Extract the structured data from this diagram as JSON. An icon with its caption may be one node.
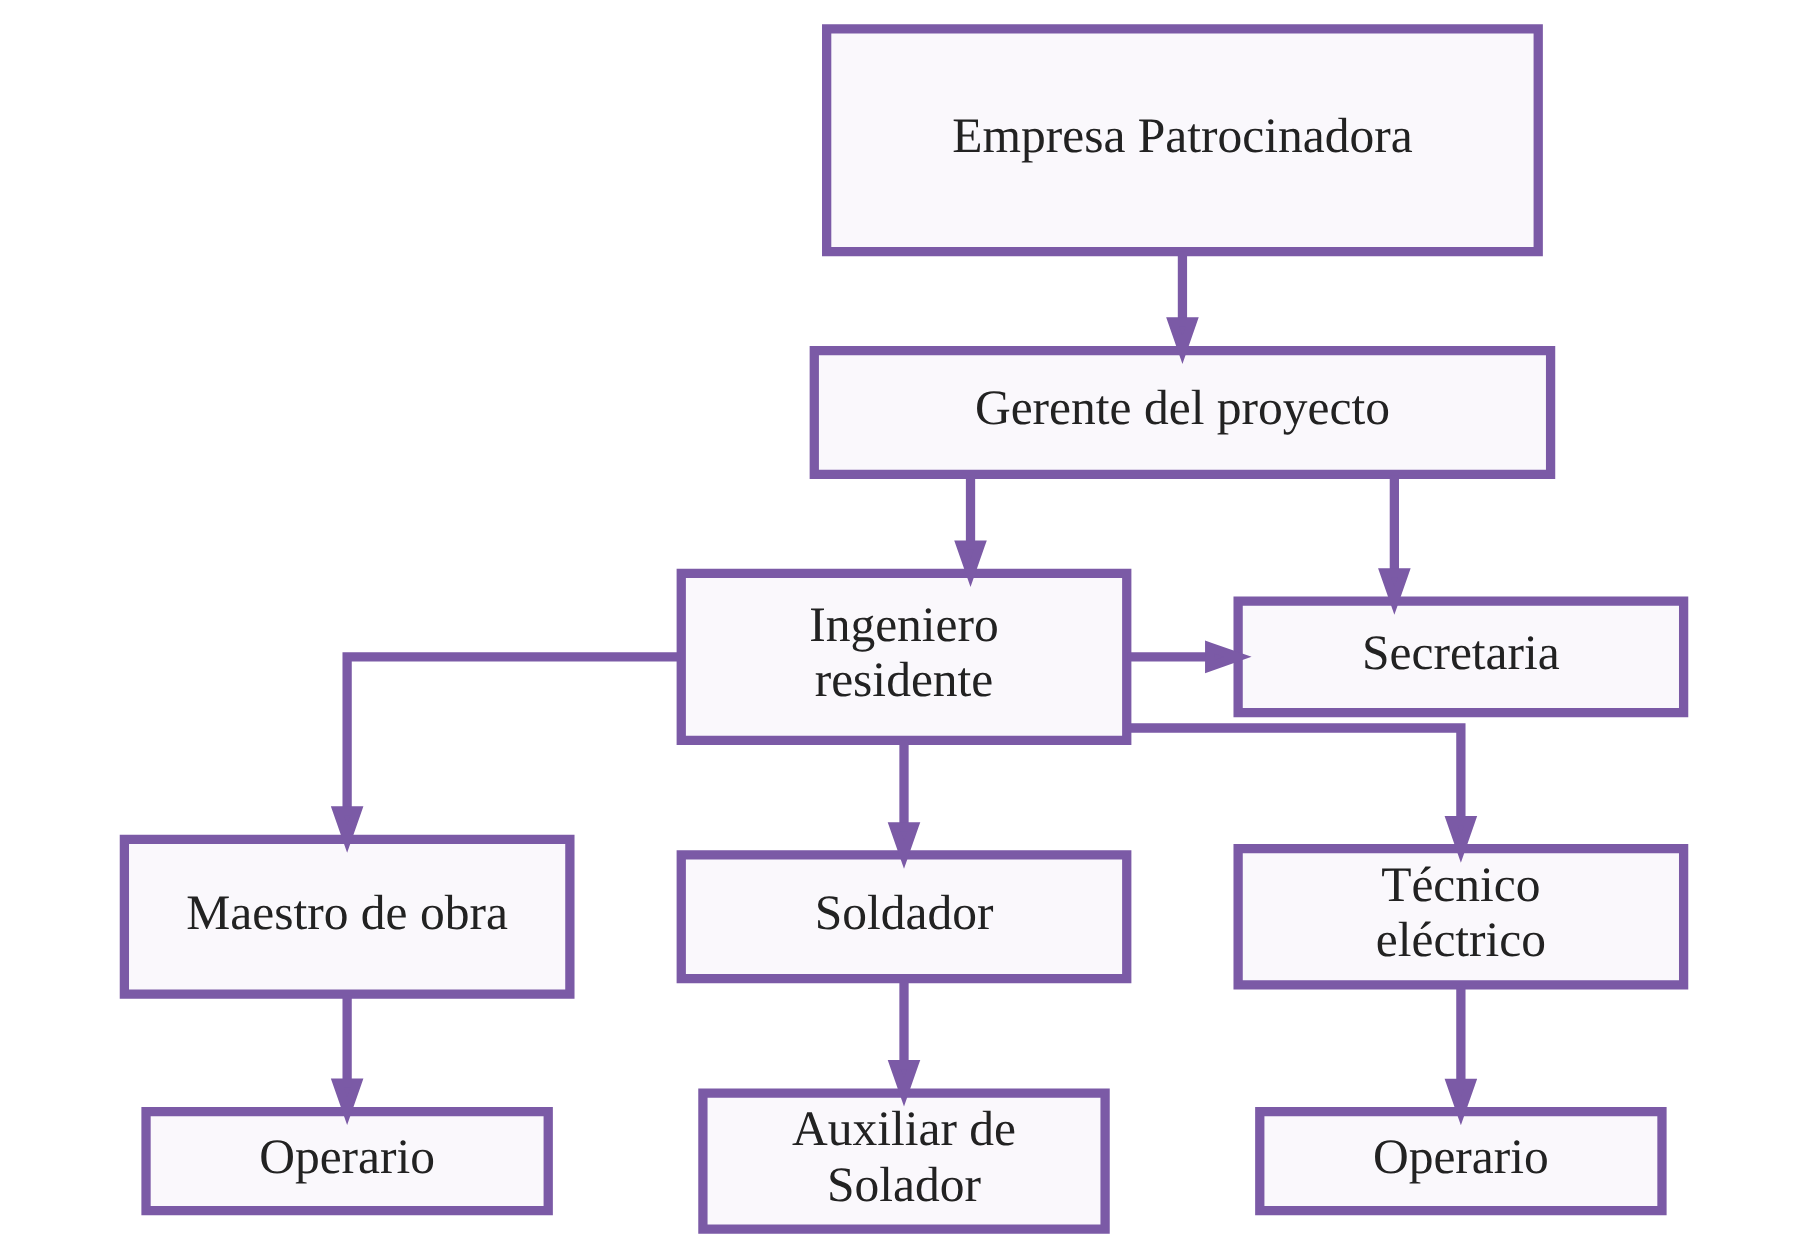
{
  "diagram": {
    "nodes": [
      {
        "text": [
          "Empresa Patrocinadora"
        ]
      },
      {
        "text": [
          "Gerente del proyecto"
        ]
      },
      {
        "text": [
          "Ingeniero residente"
        ]
      },
      {
        "text": [
          "Secretaria"
        ]
      },
      {
        "text": [
          "Maestro de obra"
        ]
      },
      {
        "text": [
          "Soldador"
        ]
      },
      {
        "text": [
          "Técnico eléctrico"
        ]
      },
      {
        "text": [
          "Operario"
        ]
      },
      {
        "text": [
          "Auxiliar de Solador"
        ]
      },
      {
        "text": [
          "Operario"
        ]
      }
    ],
    "edges": [
      {
        "from": 0,
        "to": 1,
        "arrow": "to"
      },
      {
        "from": 1,
        "to": 2,
        "arrow": "to"
      },
      {
        "from": 1,
        "to": 3,
        "arrow": "to"
      },
      {
        "from": 2,
        "to": 3,
        "arrow": "to"
      },
      {
        "from": 2,
        "to": 4,
        "arrow": "to"
      },
      {
        "from": 2,
        "to": 5,
        "arrow": "to"
      },
      {
        "from": 2,
        "to": 6,
        "arrow": "to"
      },
      {
        "from": 4,
        "to": 7,
        "arrow": "to"
      },
      {
        "from": 5,
        "to": 8,
        "arrow": "to"
      },
      {
        "from": 6,
        "to": 9,
        "arrow": "to"
      }
    ]
  }
}
